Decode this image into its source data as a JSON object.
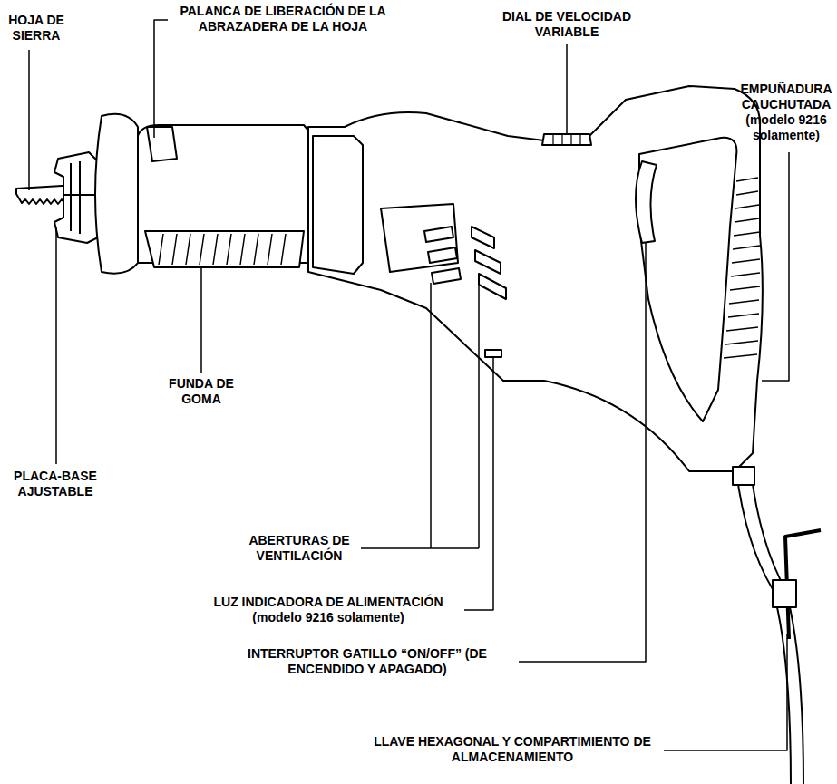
{
  "diagram": {
    "labels": [
      "HOJA DE SIERRA",
      "PALANCA DE LIBERACIÓN DE LA ABRAZADERA DE LA HOJA",
      "DIAL DE VELOCIDAD VARIABLE",
      "EMPUÑADURA CAUCHUTADA (modelo 9216 solamente)",
      "FUNDA DE GOMA",
      "PLACA-BASE AJUSTABLE",
      "ABERTURAS DE VENTILACIÓN",
      "LUZ INDICADORA DE ALIMENTACIÓN (modelo 9216 solamente)",
      "INTERRUPTOR GATILLO “ON/OFF” (DE ENCENDIDO Y APAGADO)",
      "LLAVE HEXAGONAL Y COMPARTIMIENTO DE ALMACENAMIENTO"
    ]
  }
}
